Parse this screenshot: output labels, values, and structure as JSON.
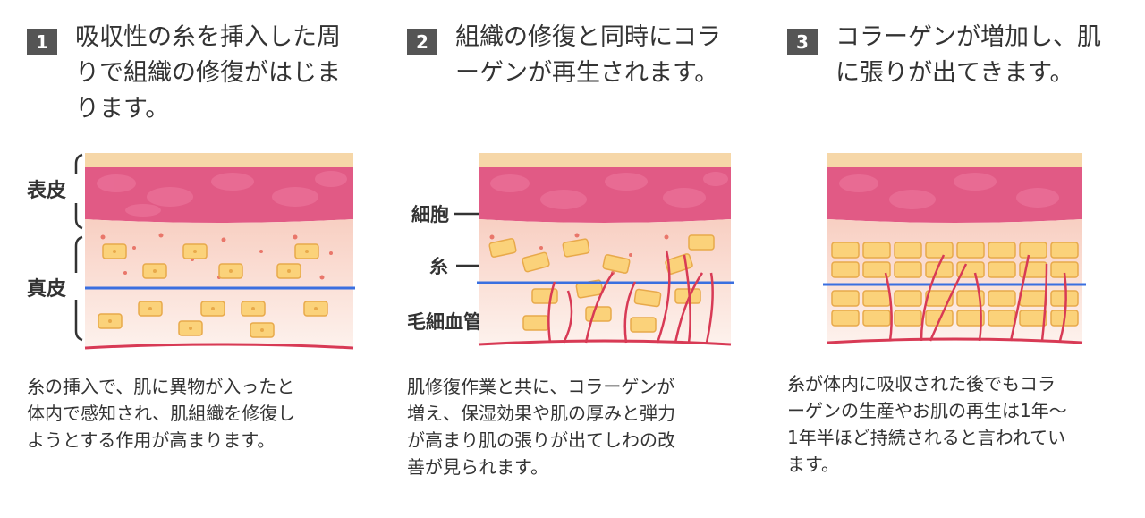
{
  "steps": [
    {
      "number": "1",
      "title": "吸収性の糸を挿入した周\nりで組織の修復がはじま\nります。",
      "description": "糸の挿入で、肌に異物が入ったと\n体内で感知され、肌組織を修復し\nようとする作用が高まります。",
      "labels": {
        "epidermis": "表皮",
        "dermis": "真皮"
      }
    },
    {
      "number": "2",
      "title": "組織の修復と同時にコラ\nーゲンが再生されます。",
      "description": "肌修復作業と共に、コラーゲンが\n増え、保湿効果や肌の厚みと弾力\nが高まり肌の張りが出てしわの改\n善が見られます。",
      "labels": {
        "cell": "細胞",
        "thread": "糸",
        "capillary": "毛細血管"
      }
    },
    {
      "number": "3",
      "title": "コラーゲンが増加し、肌\nに張りが出てきます。",
      "description": "糸が体内に吸収された後でもコラ\nーゲンの生産やお肌の再生は1年〜\n1年半ほど持続されると言われてい\nます。"
    }
  ],
  "colors": {
    "skin_top": "#f6d7a8",
    "epidermis": "#e15a85",
    "dermis": "#fbdcd0",
    "cell_fill": "#fbd27a",
    "cell_stroke": "#e8a94a",
    "thread": "#3a6fe0",
    "vessel": "#d83a55"
  }
}
